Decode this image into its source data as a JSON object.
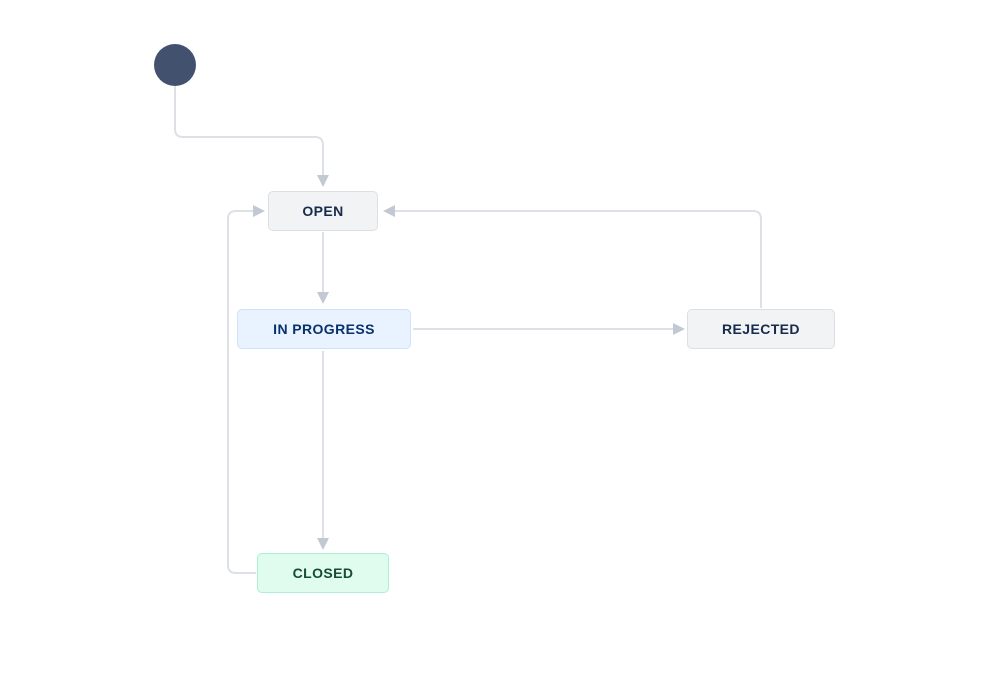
{
  "page": {
    "background": "#FFFFFF"
  },
  "diagram": {
    "type": "workflow-state-diagram",
    "start_node": {
      "name": "start",
      "color": "#42526E"
    },
    "statuses": [
      {
        "id": "open",
        "label": "OPEN",
        "bg": "#F2F3F5",
        "border": "#DCDFE4",
        "text_color": "#172B4D"
      },
      {
        "id": "in-progress",
        "label": "IN PROGRESS",
        "bg": "#E9F2FF",
        "border": "#CFE1FB",
        "text_color": "#09326C"
      },
      {
        "id": "rejected",
        "label": "REJECTED",
        "bg": "#F2F3F5",
        "border": "#DCDFE4",
        "text_color": "#172B4D"
      },
      {
        "id": "closed",
        "label": "CLOSED",
        "bg": "#E0FCEF",
        "border": "#ABF0D2",
        "text_color": "#164B35"
      }
    ],
    "transitions": [
      {
        "from": "start",
        "to": "open"
      },
      {
        "from": "open",
        "to": "in-progress"
      },
      {
        "from": "in-progress",
        "to": "rejected"
      },
      {
        "from": "rejected",
        "to": "open"
      },
      {
        "from": "in-progress",
        "to": "closed"
      },
      {
        "from": "closed",
        "to": "open"
      }
    ],
    "connector": {
      "line_color": "#DDE1E6",
      "arrow_color": "#C3C9D2"
    }
  }
}
